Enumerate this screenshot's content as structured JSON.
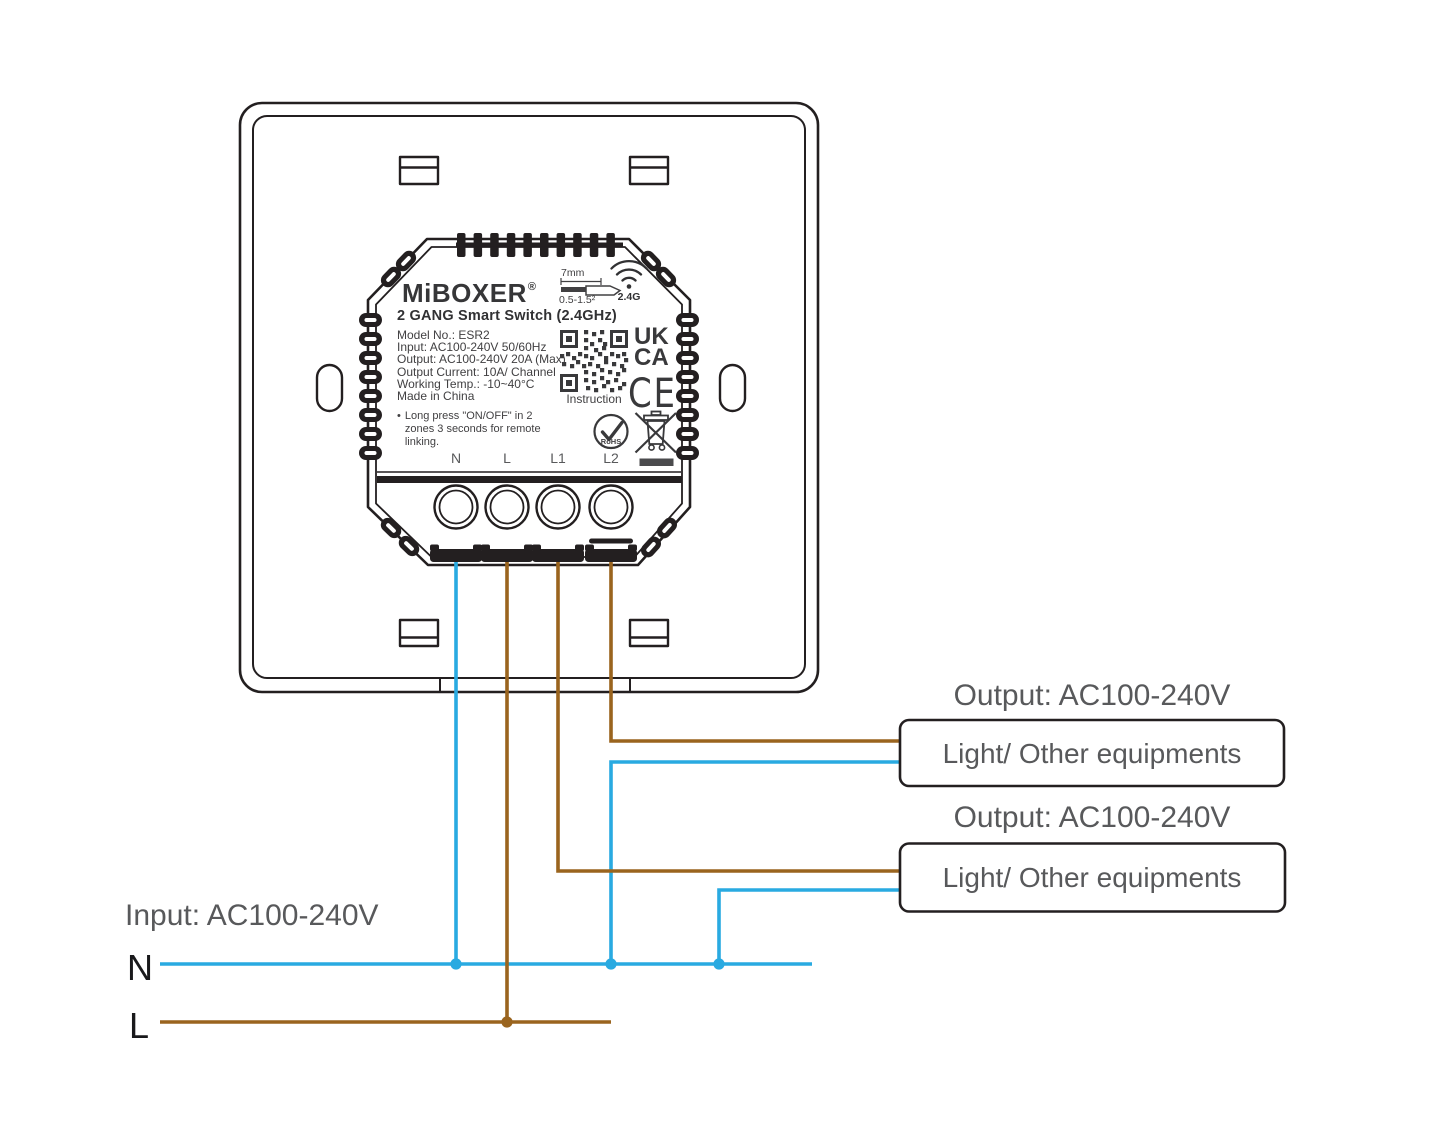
{
  "device": {
    "brand": "MiBOXER",
    "registered": "®",
    "product": "2 GANG Smart Switch (2.4GHz)",
    "specs": [
      "Model No.: ESR2",
      "Input: AC100-240V  50/60Hz",
      "Output: AC100-240V  20A (Max)",
      "Output Current: 10A/ Channel",
      "Working Temp.: -10~40°C",
      "Made in China"
    ],
    "note_bullet": "•",
    "note": "Long press \"ON/OFF\" in 2 zones 3 seconds  for remote linking.",
    "strip_length": "7mm",
    "wire_gauge": "0.5-1.5²",
    "wifi_label": "2.4G",
    "qr_caption": "Instruction",
    "ukca_top": "UK",
    "ukca_bottom": "CA",
    "ce_mark": "CE",
    "rohs_label": "RoHS",
    "terminals": [
      "N",
      "L",
      "L1",
      "L2"
    ]
  },
  "wiring": {
    "input_label": "Input: AC100-240V",
    "input_neutral": "N",
    "input_live": "L",
    "outputs": [
      {
        "label": "Output: AC100-240V",
        "device": "Light/ Other equipments"
      },
      {
        "label": "Output: AC100-240V",
        "device": "Light/ Other equipments"
      }
    ]
  },
  "colors": {
    "neutral_wire_blue": "#29aae1",
    "live_wire_brown": "#9a641e",
    "outline_black": "#231f20",
    "text_gray": "#58595b"
  }
}
